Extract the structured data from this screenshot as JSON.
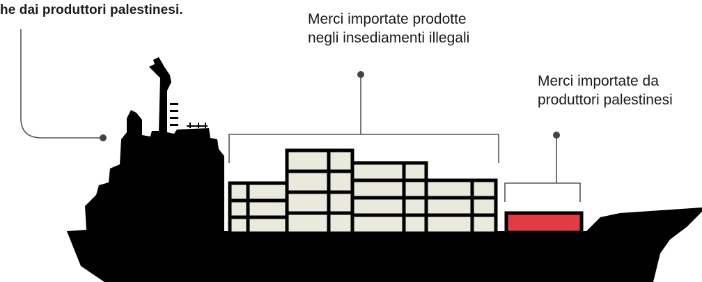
{
  "annotations": {
    "left_caption": "he dai produttori palestinesi.",
    "settlements_goods": {
      "line1": "Merci importate prodotte",
      "line2": "negli insediamenti illegali"
    },
    "palestinian_goods": {
      "line1": "Merci importate da",
      "line2": "produttori palestinesi"
    }
  },
  "colors": {
    "ship": "#000000",
    "container_fill": "#e9e9dc",
    "palestinian_container": "#e23b44",
    "leader_line": "#444444"
  }
}
